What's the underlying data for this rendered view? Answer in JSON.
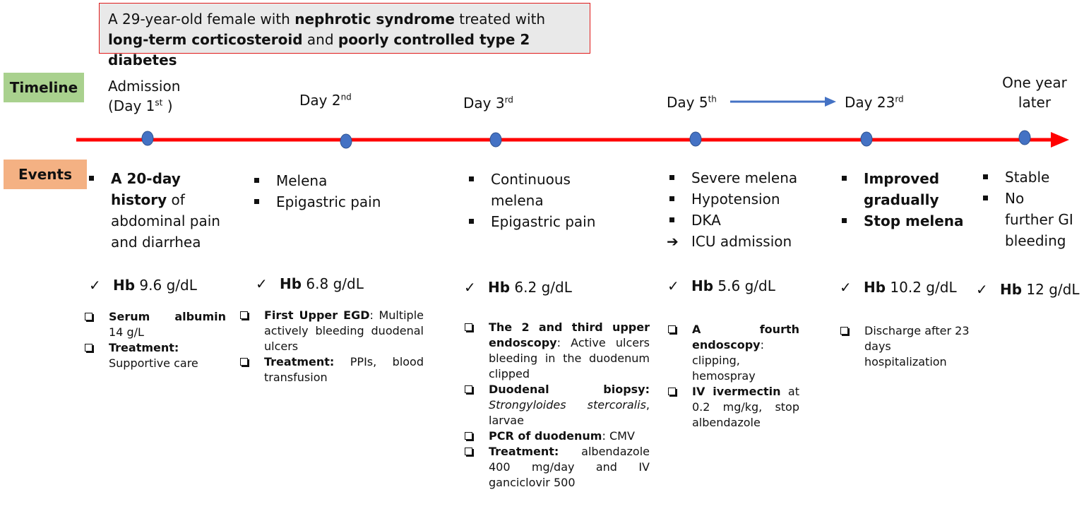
{
  "header": {
    "line1_pre": "A 29-year-old female with ",
    "line1_bold": "nephrotic syndrome",
    "line1_post": " treated with",
    "line2_bold1": "long-term corticosteroid",
    "line2_mid": " and ",
    "line2_bold2": "poorly controlled type 2 diabetes"
  },
  "tags": {
    "timeline": "Timeline",
    "events": "Events"
  },
  "colors": {
    "axis": "#ff0000",
    "node": "#4472c4",
    "node_stroke": "#2f528f",
    "progress_arrow": "#4472c4",
    "header_border": "#e01a1a",
    "timeline_tag": "#a9d18e",
    "events_tag": "#f4b183"
  },
  "days": {
    "d1_line1": "Admission",
    "d1_line2": "(Day 1",
    "d1_sup": "st",
    "d1_close": " )",
    "d2": "Day 2",
    "d2_sup": "nd",
    "d3": "Day 3",
    "d3_sup": "rd",
    "d5": "Day 5",
    "d5_sup": "th",
    "d23": "Day 23",
    "d23_sup": "rd",
    "year_line1": "One year",
    "year_line2": "later"
  },
  "events": {
    "c1": {
      "b1_bold": "A 20-day",
      "b1_bold2": "history",
      "b1_rest1": " of",
      "b1_rest2": "abdominal pain",
      "b1_rest3": "and diarrhea"
    },
    "c2": {
      "b1": "Melena",
      "b2": "Epigastric pain"
    },
    "c3": {
      "b1a": "Continuous",
      "b1b": "melena",
      "b2": "Epigastric pain"
    },
    "c4": {
      "b1": "Severe melena",
      "b2": "Hypotension",
      "b3": "DKA",
      "arrow": "ICU admission",
      "arrow_glyph": "➔"
    },
    "c5": {
      "b1a": "Improved",
      "b1b": "gradually",
      "b2": "Stop melena"
    },
    "c6": {
      "b1": "Stable",
      "b2a": "No",
      "b2b": "further GI",
      "b2c": "bleeding"
    }
  },
  "hb": {
    "check": "✓",
    "label": "Hb",
    "c1": "9.6 g/dL",
    "c2": "6.8 g/dL",
    "c3": "6.2 g/dL",
    "c4": "5.6 g/dL",
    "c5": "10.2 g/dL",
    "c6": "12 g/dL"
  },
  "details": {
    "c1": {
      "i1_bold": "Serum albumin",
      "i1_rest": "14 g/L",
      "i2_bold": "Treatment:",
      "i2_rest": "Supportive care"
    },
    "c2": {
      "i1_bold": "First Upper EGD",
      "i1_rest": ": Multiple actively bleeding duodenal ulcers",
      "i2_bold": "Treatment:",
      "i2_rest": " PPIs, blood transfusion"
    },
    "c3": {
      "i1_bold": "The 2 and third upper endoscopy",
      "i1_rest": ": Active ulcers bleeding in the duodenum clipped",
      "i2_bold": "Duodenal biopsy:",
      "i2_ital": "Strongyloides stercoralis",
      "i2_rest": ", larvae",
      "i3_bold": "PCR of duodenum",
      "i3_rest": ": CMV",
      "i4_bold": "Treatment:",
      "i4_rest": " albendazole 400 mg/day and IV ganciclovir 500"
    },
    "c4": {
      "i1_bold": "A fourth endoscopy",
      "i1_rest": ": clipping, hemospray",
      "i2_bold": "IV ivermectin",
      "i2_rest": " at 0.2 mg/kg, stop albendazole"
    },
    "c5": {
      "i1": "Discharge after 23 days hospitalization"
    }
  }
}
